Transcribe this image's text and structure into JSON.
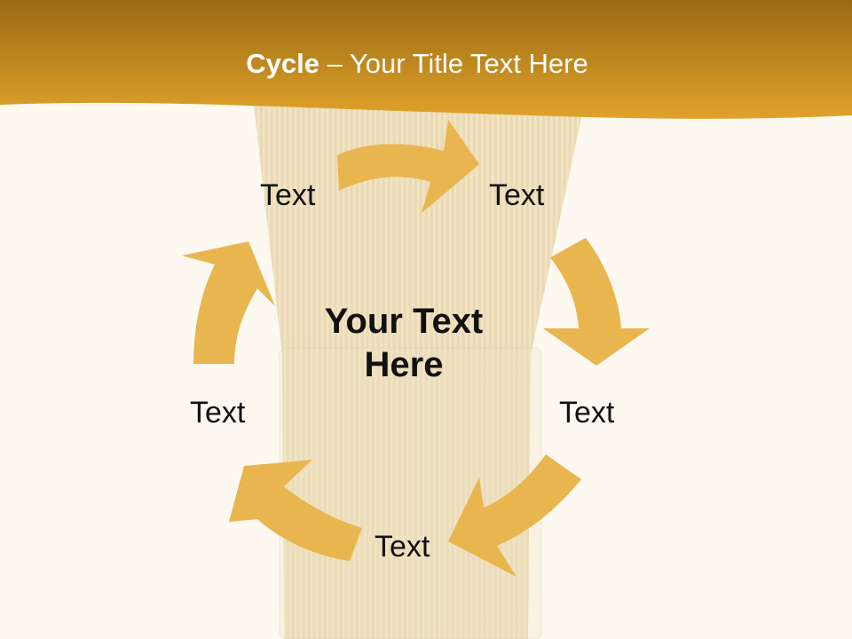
{
  "title": {
    "bold": "Cycle",
    "rest": " – Your Title Text Here"
  },
  "center": {
    "line1": "Your Text",
    "line2": "Here"
  },
  "nodes": [
    "Text",
    "Text",
    "Text",
    "Text",
    "Text"
  ],
  "colors": {
    "banner_dark": "#9a6a14",
    "banner_light": "#e0a22a",
    "arrow": "#e9b54f",
    "background": "#fdf9f1",
    "text": "#111111"
  }
}
